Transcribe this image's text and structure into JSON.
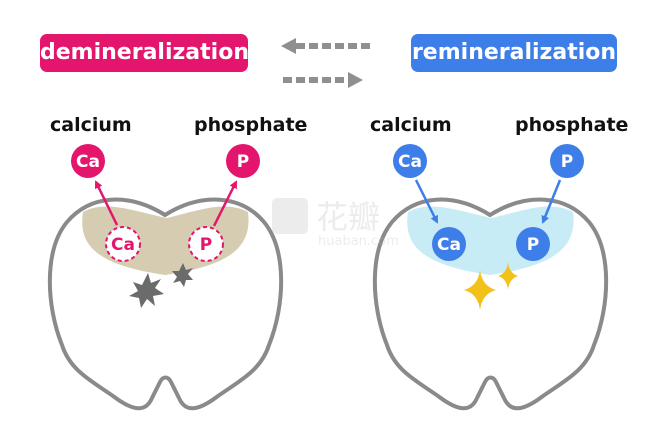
{
  "left_panel": {
    "title": "demineralization",
    "ion1_label": "calcium",
    "ion2_label": "phosphate",
    "ion1_symbol": "Ca",
    "ion2_symbol": "P"
  },
  "right_panel": {
    "title": "remineralization",
    "ion1_label": "calcium",
    "ion2_label": "phosphate",
    "ion1_symbol": "Ca",
    "ion2_symbol": "P"
  },
  "watermark": {
    "cn": "花瓣",
    "latin": "huaban.com"
  },
  "colors": {
    "demin": "#e3156c",
    "remin": "#3d7ee8",
    "demin_zone": "#d6ccb2",
    "remin_zone": "#c8ecf6",
    "tooth_outline": "#8a8a8a",
    "damage": "#6b6b6b",
    "sparkle": "#f2c21b",
    "arrows": "#8f8f8f"
  }
}
